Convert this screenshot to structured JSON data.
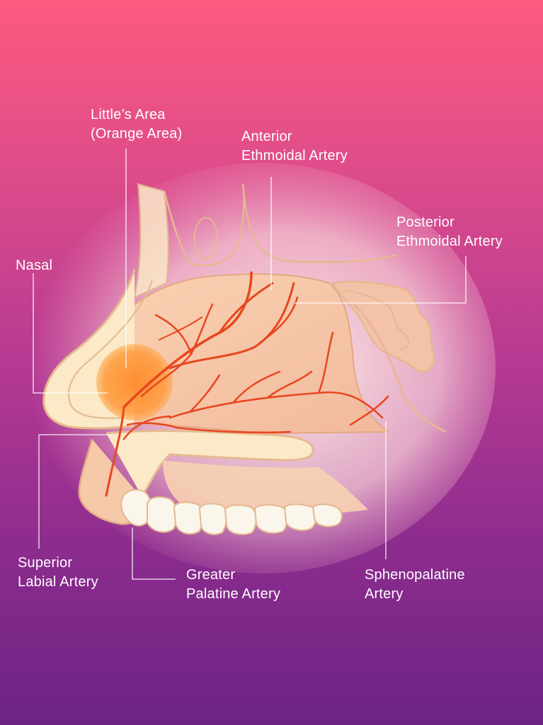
{
  "diagram": {
    "labels": {
      "littles_area": {
        "line1": "Little’s Area",
        "line2": "(Orange Area)"
      },
      "anterior_ethmoidal": {
        "line1": "Anterior",
        "line2": "Ethmoidal Artery"
      },
      "posterior_ethmoidal": {
        "line1": "Posterior",
        "line2": "Ethmoidal Artery"
      },
      "nasal": {
        "line1": "Nasal"
      },
      "superior_labial": {
        "line1": "Superior",
        "line2": "Labial Artery"
      },
      "greater_palatine": {
        "line1": "Greater",
        "line2": "Palatine Artery"
      },
      "sphenopalatine": {
        "line1": "Sphenopalatine",
        "line2": "Artery"
      }
    },
    "colors": {
      "background_top": "#fd5a7e",
      "background_bottom": "#6c2484",
      "tissue": "#f6c9a8",
      "bone": "#fbe9c8",
      "artery": "#e8461e",
      "littles_area": "#ff8a2a",
      "teeth": "#fbf6ec"
    }
  }
}
